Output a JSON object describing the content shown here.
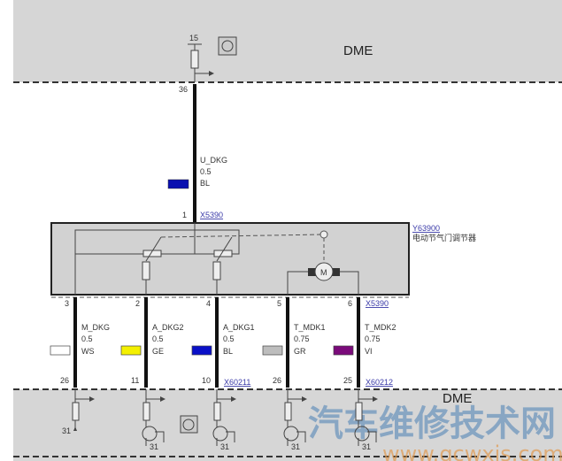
{
  "top_module": {
    "label": "DME",
    "pin_supply": "15",
    "pin": "36"
  },
  "supply_wire": {
    "name": "U_DKG",
    "gauge": "0.5",
    "color_code": "BL",
    "color": "#0a10b0",
    "pin": "1",
    "connector": "X5390"
  },
  "component": {
    "id": "Y63900",
    "description": "电动节气门调节器",
    "motor_label": "M"
  },
  "wires": [
    {
      "pin_top": "3",
      "name": "M_DKG",
      "gauge": "0.5",
      "color_code": "WS",
      "color": "#ffffff",
      "pin_bottom": "26"
    },
    {
      "pin_top": "2",
      "name": "A_DKG2",
      "gauge": "0.5",
      "color_code": "GE",
      "color": "#f4f000",
      "pin_bottom": "11"
    },
    {
      "pin_top": "4",
      "name": "A_DKG1",
      "gauge": "0.5",
      "color_code": "BL",
      "color": "#0a10c8",
      "pin_bottom": "10"
    },
    {
      "pin_top": "5",
      "name": "T_MDK1",
      "gauge": "0.75",
      "color_code": "GR",
      "color": "#bdbdbd",
      "pin_bottom": "26"
    },
    {
      "pin_top": "6",
      "name": "T_MDK2",
      "gauge": "0.75",
      "color_code": "VI",
      "color": "#7a0a7a",
      "pin_bottom": "25"
    }
  ],
  "connectors": {
    "top": "X5390",
    "bottom_left": "X60211",
    "bottom_right": "X60212"
  },
  "bottom_module": {
    "label": "DME",
    "ground": "31"
  },
  "watermark": {
    "text": "汽车维修技术网",
    "url": "www.qcwxjs.com"
  }
}
